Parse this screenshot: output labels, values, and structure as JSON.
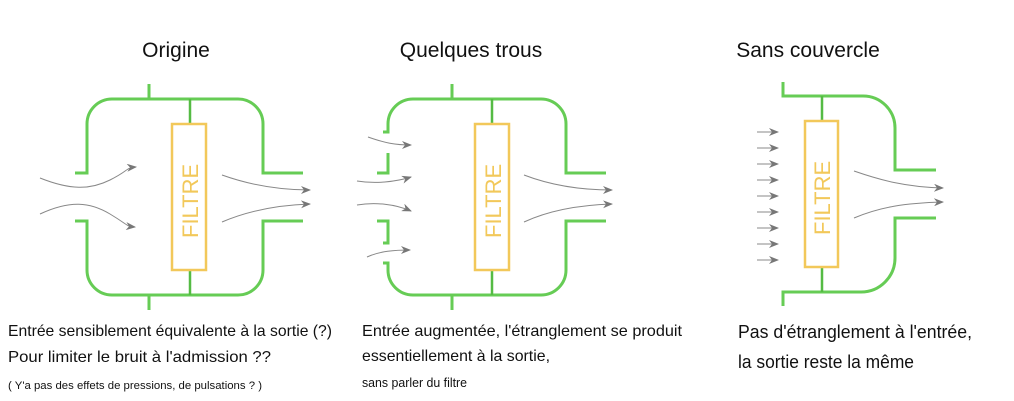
{
  "diagrams": [
    {
      "title": "Origine",
      "filter_label": "FILTRE",
      "caption": [
        "Entrée sensiblement équivalente à la sortie (?)",
        "Pour limiter le bruit à l'admission ??",
        "( Y'a pas des effets de pressions, de pulsations ? )"
      ]
    },
    {
      "title": "Quelques trous",
      "filter_label": "FILTRE",
      "caption": [
        "Entrée augmentée, l'étranglement se produit",
        "essentiellement à la sortie,",
        "sans parler du filtre"
      ]
    },
    {
      "title": "Sans couvercle",
      "filter_label": "FILTRE",
      "caption": [
        "Pas d'étranglement à l'entrée,",
        "la sortie reste la même"
      ]
    }
  ],
  "colors": {
    "housing": "#66cc55",
    "filter": "#f2c85a",
    "flow": "#888888"
  }
}
